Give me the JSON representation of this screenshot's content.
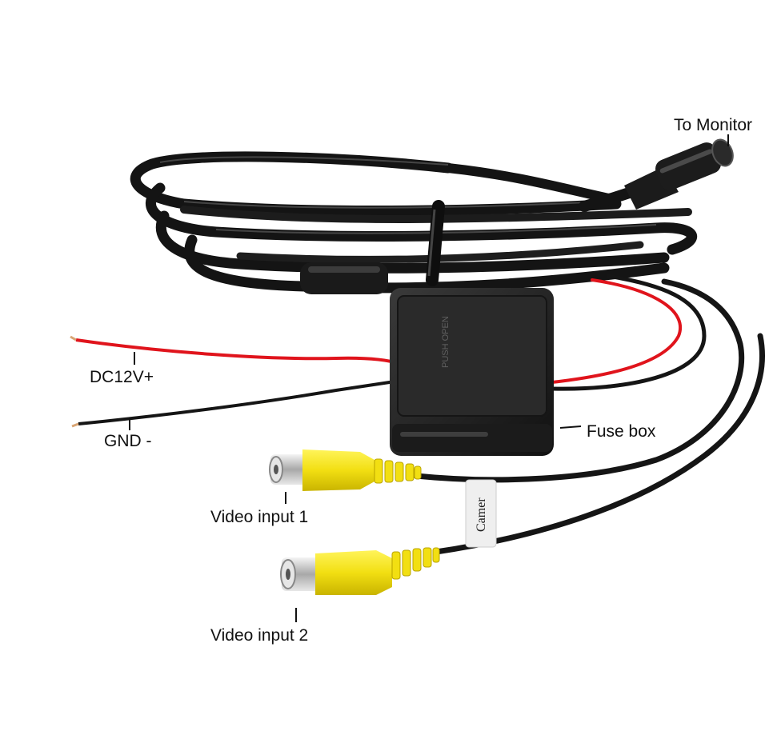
{
  "labels": {
    "to_monitor": "To Monitor",
    "dc_power": "DC12V+",
    "ground": "GND -",
    "fuse_box": "Fuse box",
    "video_input_1": "Video input 1",
    "video_input_2": "Video input 2"
  },
  "cable_tag_text": "Camer",
  "fuse_box_print": "PUSH OPEN",
  "colors": {
    "background": "#ffffff",
    "cable": "#151515",
    "red_wire": "#e0141c",
    "rca_yellow": "#f2e21a",
    "rca_metal": "#c9c9c9",
    "label_text": "#111111"
  }
}
